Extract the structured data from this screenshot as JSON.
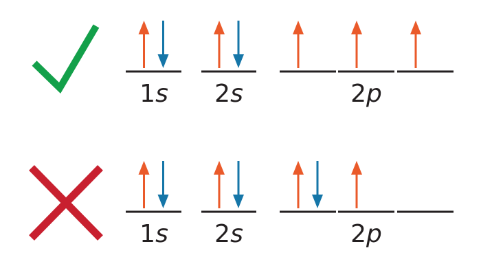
{
  "colors": {
    "up_arrow": "#ea5a2a",
    "down_arrow": "#1576a8",
    "line": "#231f20",
    "label": "#231f20",
    "correct_mark": "#13a04a",
    "incorrect_mark": "#c8202f"
  },
  "rows": [
    {
      "mark": "check-icon",
      "orbitals": [
        {
          "spins": [
            "up",
            "down"
          ]
        },
        {
          "spins": [
            "up",
            "down"
          ]
        },
        {
          "spins": [
            "up"
          ]
        },
        {
          "spins": [
            "up"
          ]
        },
        {
          "spins": [
            "up"
          ]
        }
      ],
      "labels": {
        "s1": {
          "num": "1",
          "letter": "s"
        },
        "s2": {
          "num": "2",
          "letter": "s"
        },
        "p2": {
          "num": "2",
          "letter": "p"
        }
      }
    },
    {
      "mark": "cross-icon",
      "orbitals": [
        {
          "spins": [
            "up",
            "down"
          ]
        },
        {
          "spins": [
            "up",
            "down"
          ]
        },
        {
          "spins": [
            "up",
            "down"
          ]
        },
        {
          "spins": [
            "up"
          ]
        },
        {
          "spins": []
        }
      ],
      "labels": {
        "s1": {
          "num": "1",
          "letter": "s"
        },
        "s2": {
          "num": "2",
          "letter": "s"
        },
        "p2": {
          "num": "2",
          "letter": "p"
        }
      }
    }
  ]
}
